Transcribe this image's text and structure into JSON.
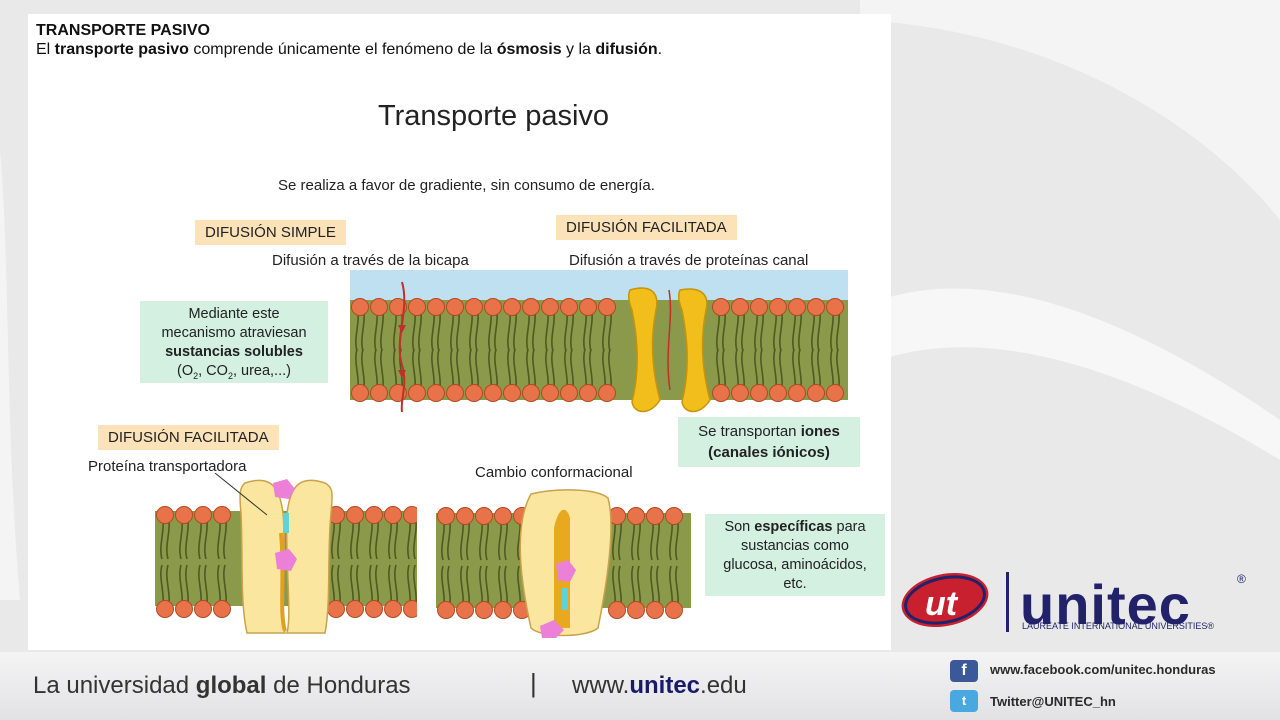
{
  "header": {
    "title": "TRANSPORTE PASIVO",
    "desc_1": "El ",
    "desc_2": "transporte pasivo",
    "desc_3": " comprende únicamente el fenómeno de la ",
    "desc_4": "ósmosis",
    "desc_5": " y la ",
    "desc_6": "difusión",
    "desc_7": "."
  },
  "diagram": {
    "title": "Transporte pasivo",
    "subtitle": "Se realiza a favor de gradiente, sin consumo de energía.",
    "simple_tag": "DIFUSIÓN SIMPLE",
    "facilitated_tag_top": "DIFUSIÓN FACILITADA",
    "facilitated_tag_bottom": "DIFUSIÓN FACILITADA",
    "caption_bilayer": "Difusión a través de la bicapa",
    "caption_channel": "Difusión a través de proteínas canal",
    "caption_carrier": "Proteína transportadora",
    "caption_conformational": "Cambio conformacional",
    "note_simple": {
      "line1": "Mediante este",
      "line2": "mecanismo atraviesan",
      "line3": "sustancias solubles",
      "line4a": "(O",
      "line4_sub1": "2",
      "line4b": ", CO",
      "line4_sub2": "2",
      "line4c": ", urea,...)"
    },
    "note_ions": {
      "line1a": "Se transportan ",
      "line1b": "iones",
      "line2": "(canales iónicos)"
    },
    "note_specific": {
      "line1a": "Son ",
      "line1b": "específicas",
      "line1c": " para",
      "line2": "sustancias como",
      "line3": "glucosa, aminoácidos,",
      "line4": "etc."
    }
  },
  "footer": {
    "slogan_1": "La universidad ",
    "slogan_2": "global",
    "slogan_3": " de Honduras",
    "separator": "|",
    "url_1": "www.",
    "url_2": "unitec",
    "url_3": ".edu",
    "facebook": "www.facebook.com/unitec.honduras",
    "twitter": "Twitter@UNITEC_hn"
  },
  "logo": {
    "monogram": "ut",
    "name": "unitec",
    "registered": "®",
    "tagline": "LAUREATE INTERNATIONAL UNIVERSITIES®"
  },
  "colors": {
    "tag_bg": "#fbe2b9",
    "note_bg": "#d3f0e0",
    "brand_navy": "#22226b",
    "brand_red": "#c8202f",
    "lipid_head": "#e8734a",
    "lipid_tail": "#7b8a3c",
    "protein": "#f0c020"
  },
  "icons": [
    "facebook-icon",
    "twitter-icon",
    "unitec-logo"
  ]
}
